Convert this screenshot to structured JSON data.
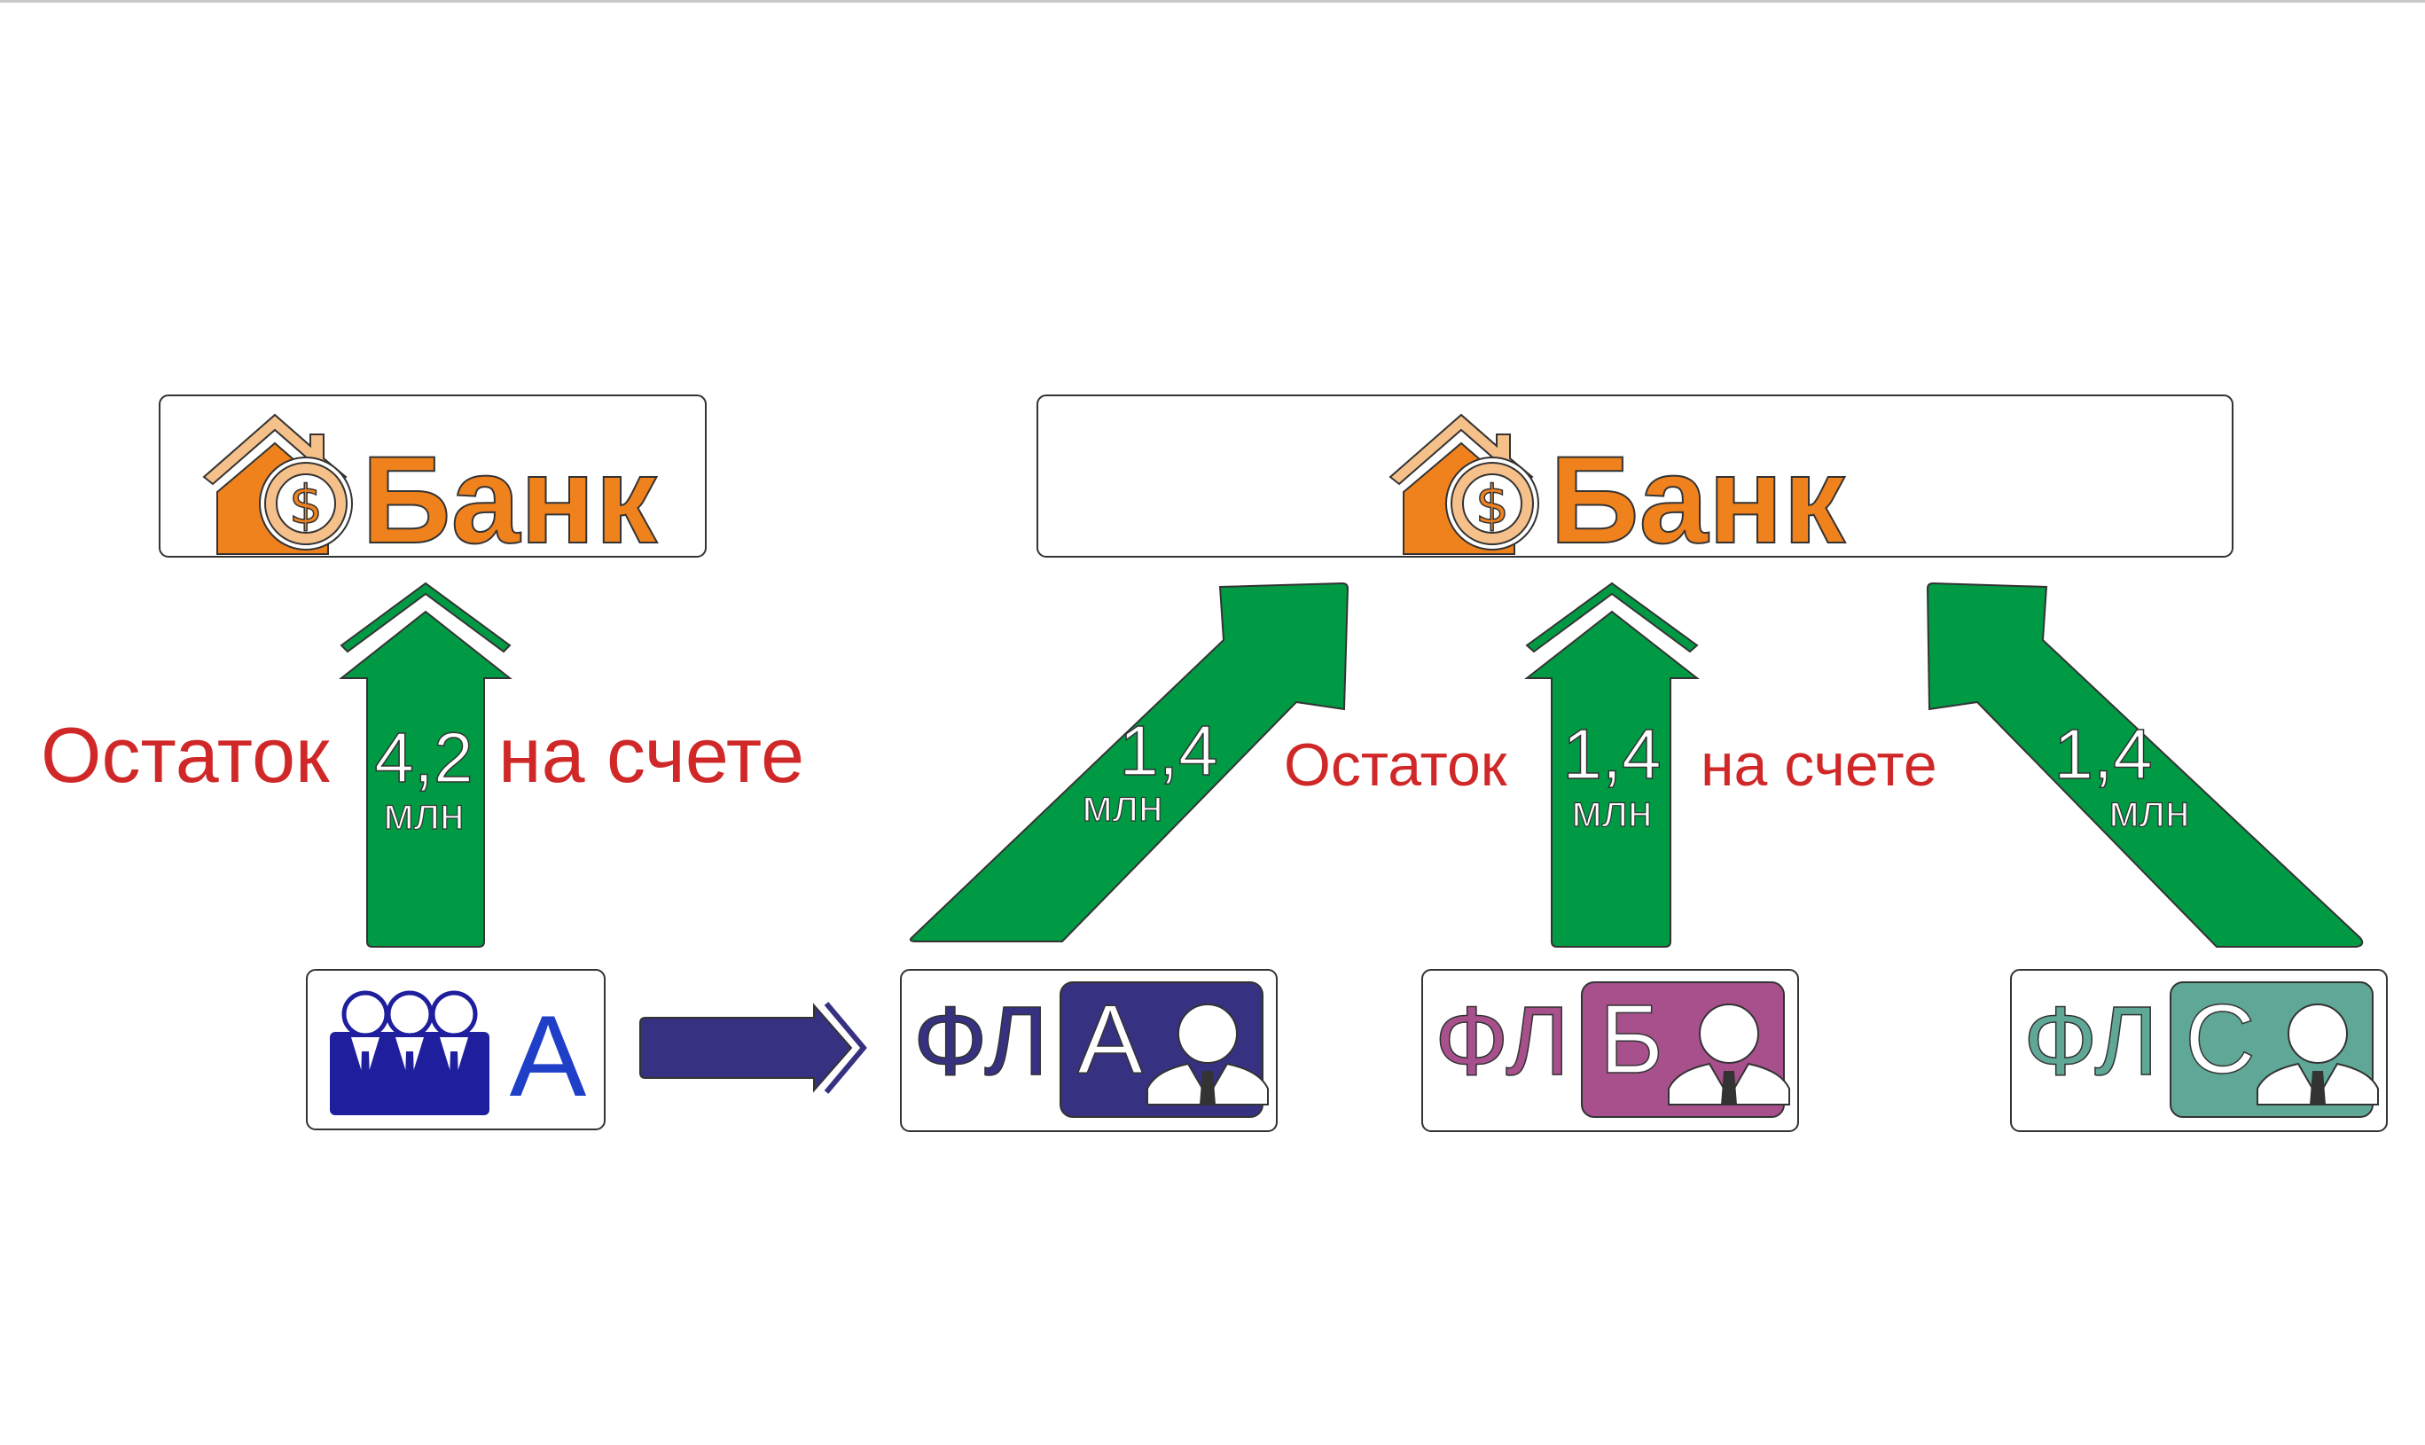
{
  "bank": {
    "label": "Банк",
    "dollar_symbol": "$",
    "icon": "house-coin-icon"
  },
  "left_group": {
    "amount": "4,2",
    "unit": "млн",
    "caption_before": "Остаток",
    "caption_after": "на счете",
    "company": {
      "letter": "A",
      "icon": "company-people-icon"
    }
  },
  "transfer": {
    "icon": "right-arrow-icon"
  },
  "right_group": {
    "caption_before": "Остаток",
    "caption_after": "на счете",
    "arrow_a": {
      "amount": "1,4",
      "unit": "млн"
    },
    "arrow_b": {
      "amount": "1,4",
      "unit": "млн"
    },
    "arrow_c": {
      "amount": "1,4",
      "unit": "млн"
    }
  },
  "individuals": [
    {
      "prefix": "ФЛ",
      "letter": "А",
      "color": "#363180",
      "icon": "person-icon"
    },
    {
      "prefix": "ФЛ",
      "letter": "Б",
      "color": "#a8508c",
      "icon": "person-icon"
    },
    {
      "prefix": "ФЛ",
      "letter": "С",
      "color": "#5fa898",
      "icon": "person-icon"
    }
  ],
  "colors": {
    "arrow_green": "#009a44",
    "bank_orange": "#f0821e",
    "caption_red": "#d02828",
    "company_blue": "#1f1f9e"
  }
}
